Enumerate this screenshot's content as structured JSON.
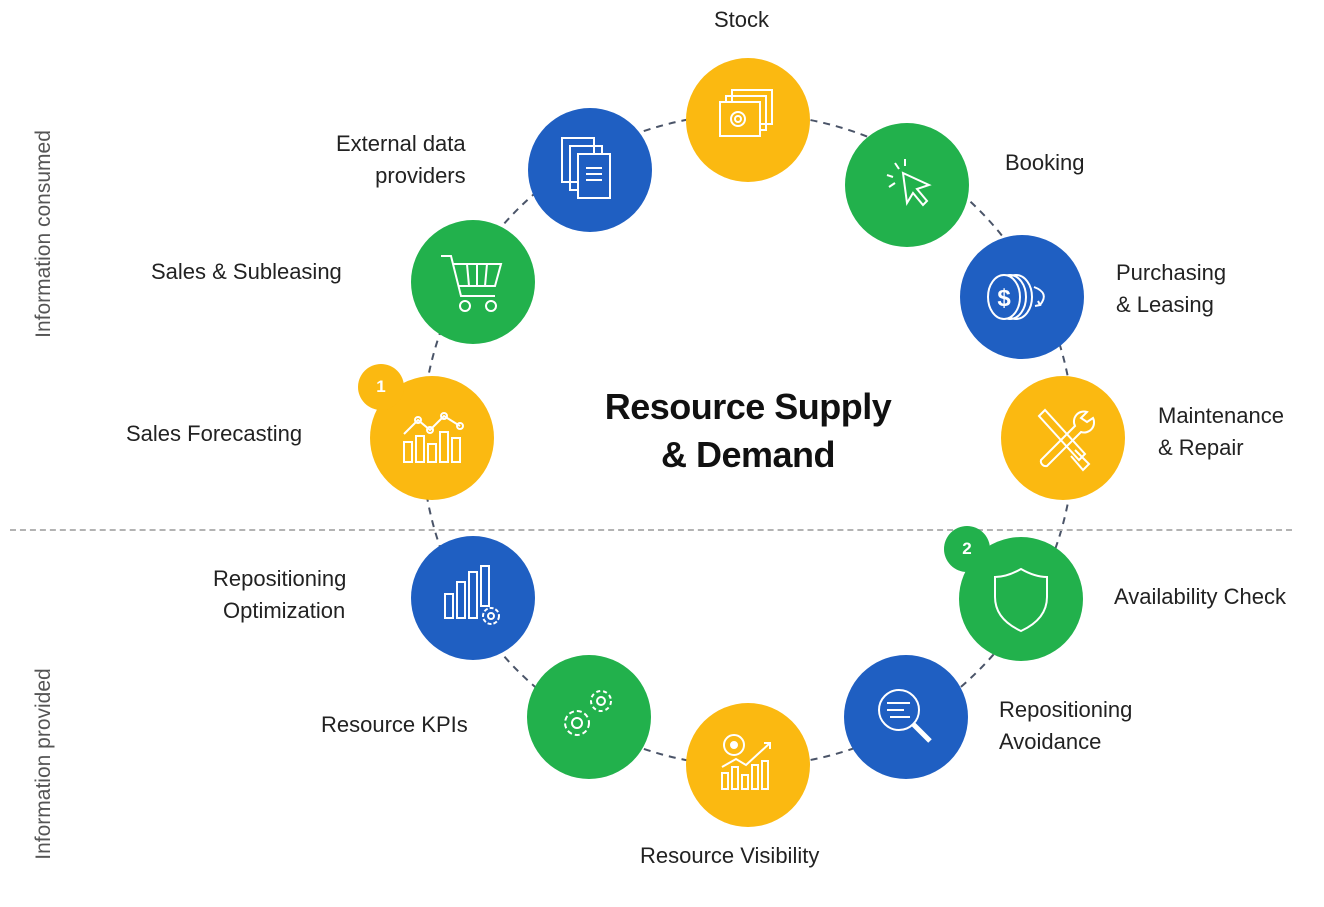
{
  "title_line1": "Resource Supply",
  "title_line2": "& Demand",
  "side_labels": {
    "consumed": "Information consumed",
    "provided": "Information provided"
  },
  "colors": {
    "yellow": "#fbb911",
    "green": "#22b14c",
    "blue": "#1f5fc2"
  },
  "nodes": {
    "stock": {
      "label": "Stock",
      "color": "yellow",
      "icon": "gear-documents-icon"
    },
    "booking": {
      "label": "Booking",
      "color": "green",
      "icon": "cursor-click-icon"
    },
    "purchasing": {
      "label1": "Purchasing",
      "label2": "& Leasing",
      "color": "blue",
      "icon": "dollar-coins-icon"
    },
    "maintenance": {
      "label1": "Maintenance",
      "label2": "& Repair",
      "color": "yellow",
      "icon": "wrench-screwdriver-icon"
    },
    "availability": {
      "label": "Availability Check",
      "color": "green",
      "icon": "shield-icon",
      "badge": "2"
    },
    "avoidance": {
      "label1": "Repositioning",
      "label2": "Avoidance",
      "color": "blue",
      "icon": "magnifier-icon"
    },
    "visibility": {
      "label": "Resource Visibility",
      "color": "yellow",
      "icon": "eye-chart-icon"
    },
    "kpis": {
      "label": "Resource KPIs",
      "color": "green",
      "icon": "gears-icon"
    },
    "optimization": {
      "label1": "Repositioning",
      "label2": "Optimization",
      "color": "blue",
      "icon": "bar-chart-gear-icon"
    },
    "forecasting": {
      "label": "Sales Forecasting",
      "color": "yellow",
      "icon": "trend-chart-icon",
      "badge": "1"
    },
    "subleasing": {
      "label": "Sales & Subleasing",
      "color": "green",
      "icon": "shopping-cart-icon"
    },
    "external": {
      "label1": "External data",
      "label2": "providers",
      "color": "blue",
      "icon": "documents-icon"
    }
  }
}
